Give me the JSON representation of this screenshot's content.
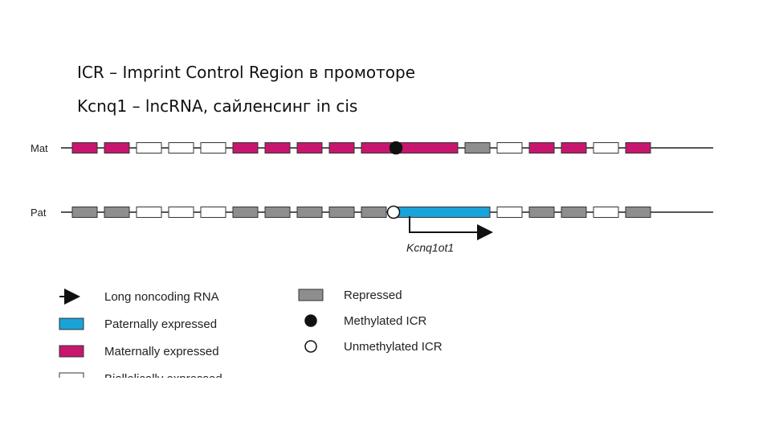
{
  "slide": {
    "bullets": [
      "ICR – Imprint Control Region в промоторе",
      "Kcnq1 – lncRNA, сайленсинг in cis"
    ]
  },
  "diagram": {
    "rows": [
      {
        "label": "Mat",
        "segments": [
          "maternal",
          "maternal",
          "biallelic",
          "biallelic",
          "biallelic",
          "maternal",
          "maternal",
          "maternal",
          "maternal",
          "maternal-long",
          "repressed",
          "biallelic",
          "maternal",
          "maternal",
          "biallelic",
          "maternal"
        ],
        "icr": "methylated"
      },
      {
        "label": "Pat",
        "segments": [
          "repressed",
          "repressed",
          "biallelic",
          "biallelic",
          "biallelic",
          "repressed",
          "repressed",
          "repressed",
          "repressed",
          "repressed",
          "paternal-long",
          "biallelic",
          "repressed",
          "repressed",
          "biallelic",
          "repressed"
        ],
        "icr": "unmethylated"
      }
    ],
    "lncrna_label": "Kcnq1ot1",
    "legend": {
      "left": [
        {
          "kind": "arrow",
          "label": "Long noncoding RNA"
        },
        {
          "kind": "paternal",
          "label": "Paternally expressed"
        },
        {
          "kind": "maternal",
          "label": "Maternally expressed"
        },
        {
          "kind": "biallelic",
          "label": "Biallelically expressed"
        }
      ],
      "right": [
        {
          "kind": "repressed",
          "label": "Repressed"
        },
        {
          "kind": "methylated",
          "label": "Methylated ICR"
        },
        {
          "kind": "unmethylated",
          "label": "Unmethylated ICR"
        }
      ]
    },
    "colors": {
      "maternal": "#c8166f",
      "paternal": "#1aa3d8",
      "repressed": "#8e8e8e",
      "biallelic": "#ffffff",
      "line": "#555555",
      "stroke": "#333333"
    }
  }
}
